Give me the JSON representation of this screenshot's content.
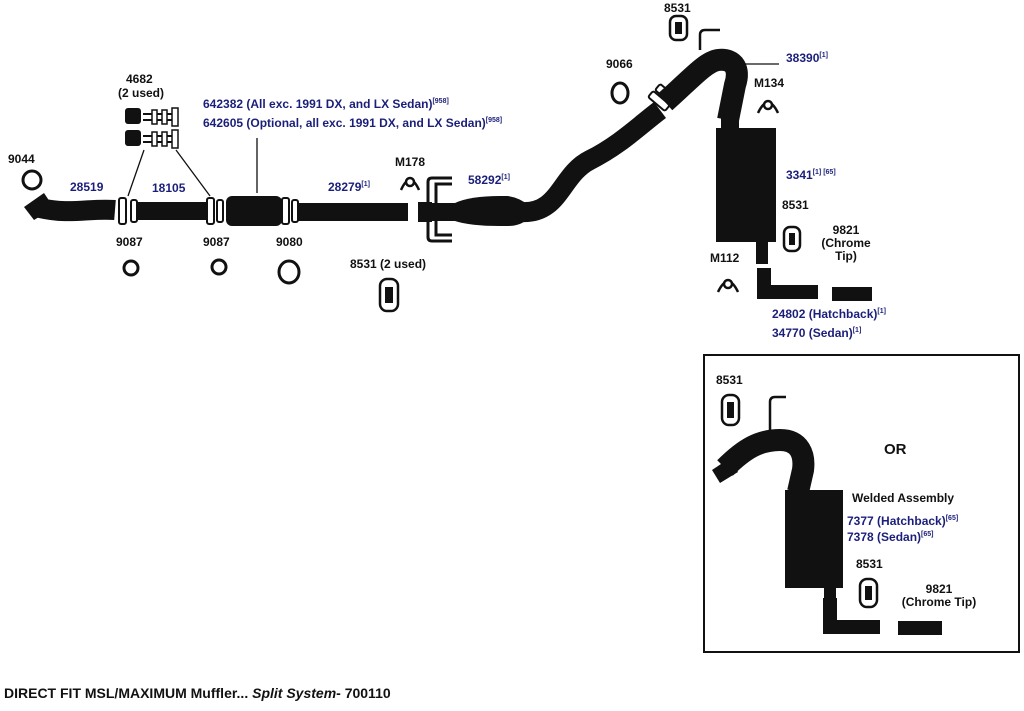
{
  "colors": {
    "part_number": "#1b1f7a",
    "label": "#111111",
    "pipe": "#111111"
  },
  "labels": {
    "p9044": "9044",
    "p28519": "28519",
    "p9087a": "9087",
    "p4682": "4682",
    "p4682_note": "(2 used)",
    "p18105": "18105",
    "p9087b": "9087",
    "p642382": "642382 (All exc. 1991 DX, and LX Sedan)",
    "p642382_ref": "[958]",
    "p642605": "642605 (Optional, all exc. 1991 DX, and LX Sedan)",
    "p642605_ref": "[958]",
    "p9080": "9080",
    "p28279": "28279",
    "p28279_ref": "[1]",
    "pM178": "M178",
    "p8531_2used": "8531 (2 used)",
    "p58292": "58292",
    "p58292_ref": "[1]",
    "p9066": "9066",
    "p8531_top": "8531",
    "p38390": "38390",
    "p38390_ref": "[1]",
    "pM134": "M134",
    "p3341": "3341",
    "p3341_ref": "[1] [65]",
    "p8531_mid": "8531",
    "p9821_line1": "9821",
    "p9821_line2": "(Chrome",
    "p9821_line3": "Tip)",
    "pM112": "M112",
    "p24802": "24802 (Hatchback)",
    "p24802_ref": "[1]",
    "p34770": "34770 (Sedan)",
    "p34770_ref": "[1]"
  },
  "inset": {
    "p8531_a": "8531",
    "or": "OR",
    "welded": "Welded Assembly",
    "p7377": "7377 (Hatchback)",
    "p7377_ref": "[65]",
    "p7378": "7378 (Sedan)",
    "p7378_ref": "[65]",
    "p8531_b": "8531",
    "p9821_line1": "9821",
    "p9821_line2": "(Chrome Tip)"
  },
  "footer": {
    "main": "DIRECT FIT MSL/MAXIMUM Muffler... ",
    "italic": "Split System",
    "suffix": "- 700110"
  },
  "icons": [
    "flange-gasket-icon",
    "hanger-bracket-icon",
    "clamp-icon",
    "rubber-hanger-icon",
    "muffler-icon",
    "tailpipe-icon",
    "catalytic-converter-icon",
    "bolt-kit-icon"
  ]
}
